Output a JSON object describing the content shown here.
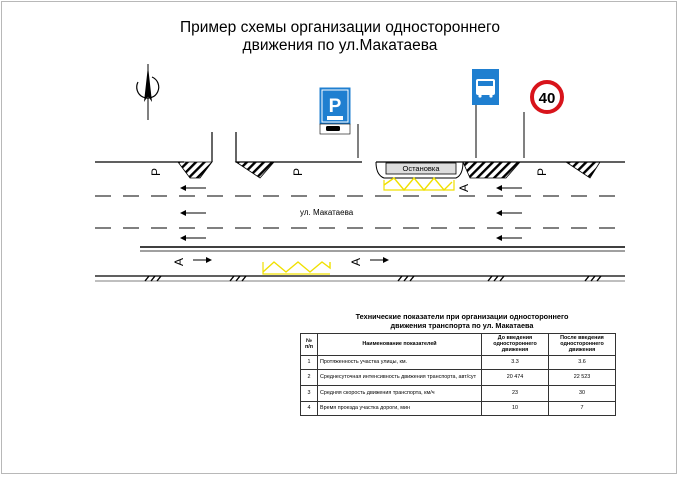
{
  "title": {
    "line1": "Пример схемы организации одностороннего",
    "line2": "движения по ул.Макатаева"
  },
  "scheme": {
    "street_label": "ул. Макатаева",
    "stop_label": "Остановка",
    "parking_letter": "P",
    "bus_lane_letter": "A",
    "parking_sign_letter": "P",
    "speed_limit": "40"
  },
  "table": {
    "caption_line1": "Технические показатели при организации одностороннего",
    "caption_line2": "движения транспорта по ул. Макатаева",
    "headers": {
      "num": "№ п/п",
      "name": "Наименование показателей",
      "before": "До введения одностороннего движения",
      "after": "После введения одностороннего движения"
    },
    "rows": [
      {
        "num": "1",
        "name": "Протяженность участка улицы, км.",
        "before": "3.3",
        "after": "3.6"
      },
      {
        "num": "2",
        "name": "Среднесуточная интенсивность движения транспорта, авт/сут",
        "before": "20 474",
        "after": "22 523"
      },
      {
        "num": "3",
        "name": "Средняя скорость движения транспорта, км/ч",
        "before": "23",
        "after": "30"
      },
      {
        "num": "4",
        "name": "Время проезда участка дороги, мин",
        "before": "10",
        "after": "7"
      }
    ]
  },
  "colors": {
    "parking_sign_blue": "#1f7fd0",
    "bus_sign_blue": "#1f7fd0",
    "speed_ring_red": "#d8141b",
    "bus_zigzag_yellow": "#f0e000"
  },
  "icons": {
    "north_arrow": "compass-north-arrow-icon",
    "parking_sign": "parking-sign-icon",
    "bus_stop_sign": "bus-stop-sign-icon",
    "speed_sign": "speed-limit-sign-icon"
  }
}
